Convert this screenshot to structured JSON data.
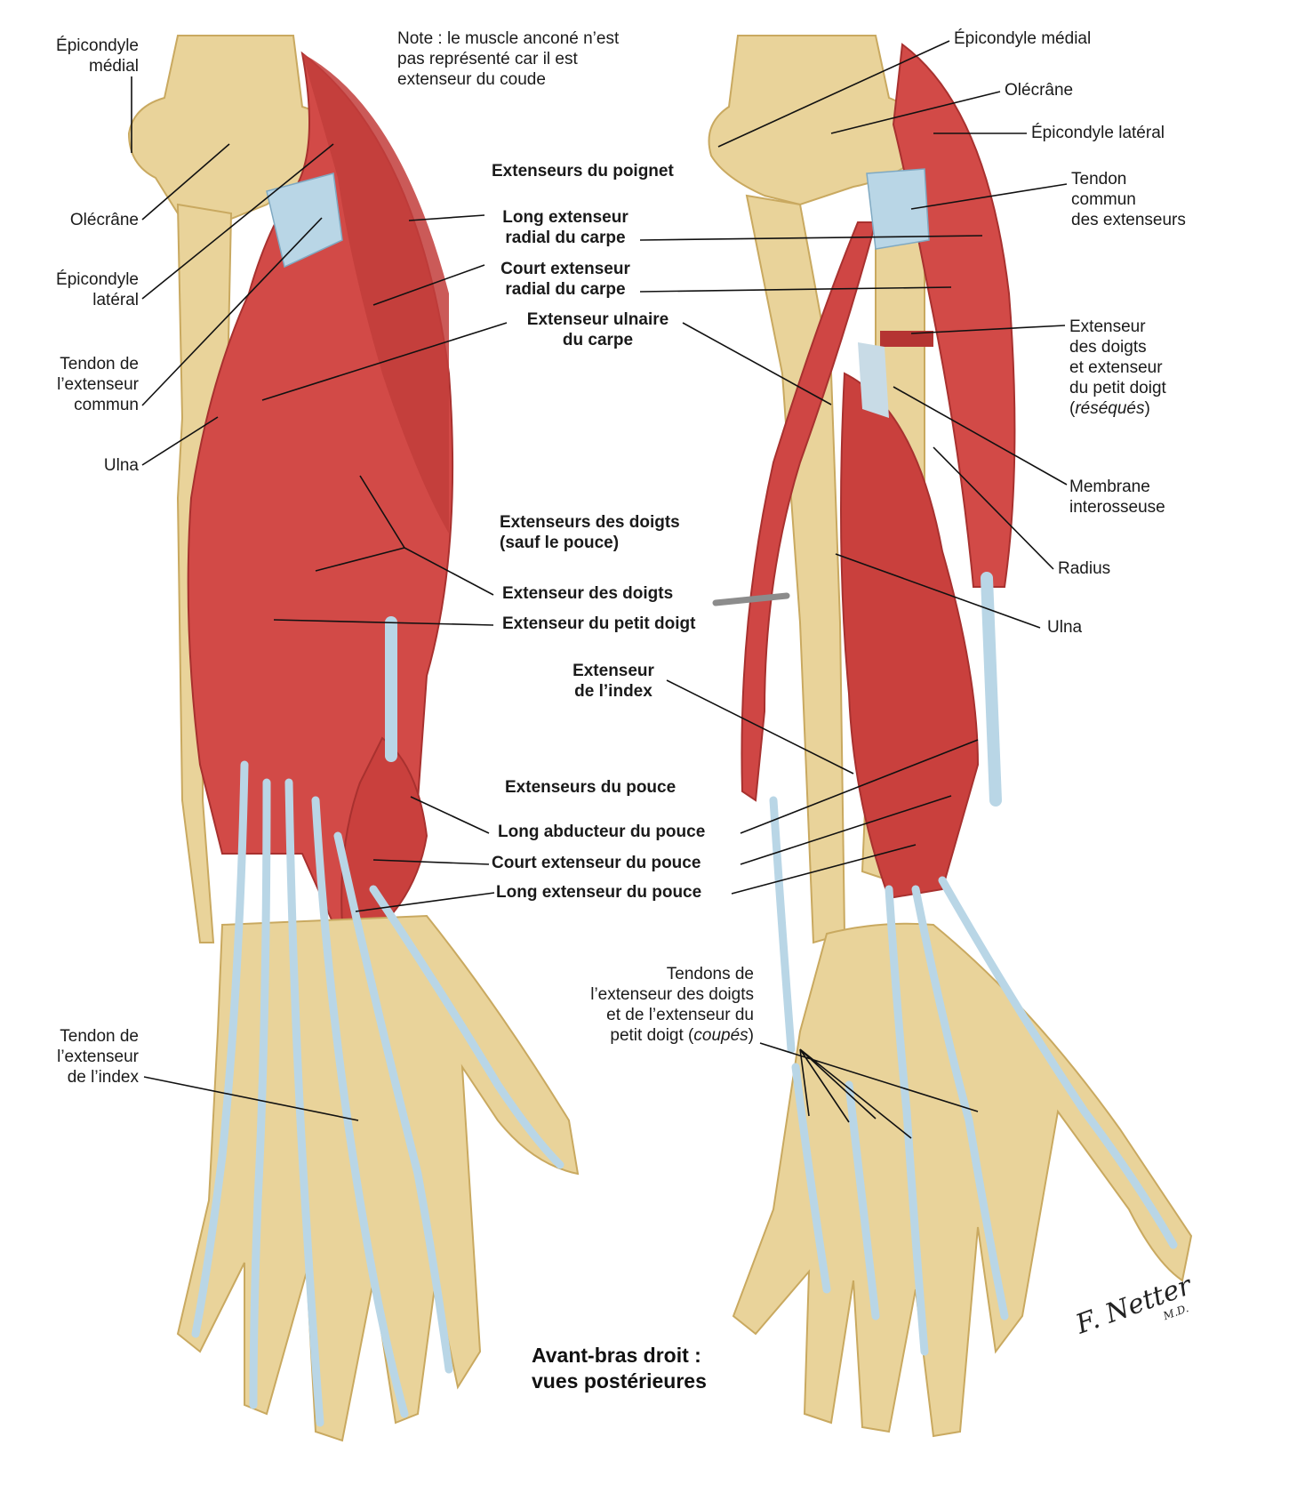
{
  "colors": {
    "bone": "#e9d39a",
    "bone_dark": "#c9a960",
    "muscle": "#d24a47",
    "muscle_dark": "#a8312f",
    "tendon": "#b9d6e6",
    "tendon_dark": "#7fa9c2",
    "line": "#111111"
  },
  "note": [
    "Note : le muscle anconé n’est",
    "pas représenté car il est",
    "extenseur du coude"
  ],
  "center": {
    "poignet_heading": "Extenseurs du poignet",
    "long_ext_radial": [
      "Long extenseur",
      "radial du carpe"
    ],
    "court_ext_radial": [
      "Court extenseur",
      "radial du carpe"
    ],
    "ext_ulnaire": [
      "Extenseur ulnaire",
      "du carpe"
    ],
    "doigts_heading": [
      "Extenseurs des doigts",
      "(sauf le pouce)"
    ],
    "ext_doigts": "Extenseur des doigts",
    "ext_petit_doigt": "Extenseur du petit doigt",
    "ext_index": [
      "Extenseur",
      "de l’index"
    ],
    "pouce_heading": "Extenseurs du pouce",
    "long_abducteur": "Long abducteur du pouce",
    "court_ext_pouce": "Court extenseur du pouce",
    "long_ext_pouce": "Long extenseur du pouce"
  },
  "left": {
    "epicondyle_medial": [
      "Épicondyle",
      "médial"
    ],
    "olecrane": "Olécrâne",
    "epicondyle_lateral": [
      "Épicondyle",
      "latéral"
    ],
    "tendon_commun": [
      "Tendon de",
      "l’extenseur",
      "commun"
    ],
    "ulna": "Ulna",
    "tendon_index": [
      "Tendon de",
      "l’extenseur",
      "de l’index"
    ]
  },
  "right": {
    "epicondyle_medial": "Épicondyle médial",
    "olecrane": "Olécrâne",
    "epicondyle_lateral": "Épicondyle latéral",
    "tendon_commun": [
      "Tendon",
      "commun",
      "des extenseurs"
    ],
    "resected": [
      "Extenseur",
      "des doigts",
      "et extenseur",
      "du petit doigt"
    ],
    "resected_italic": "réséqués",
    "membrane": [
      "Membrane",
      "interosseuse"
    ],
    "radius": "Radius",
    "ulna": "Ulna",
    "tendons_cut": [
      "Tendons de",
      "l’extenseur des doigts",
      "et de l’extenseur du"
    ],
    "tendons_cut_last": "petit doigt",
    "tendons_cut_italic": "coupés"
  },
  "title": [
    "Avant-bras droit :",
    "vues postérieures"
  ],
  "signature": "F. Netter M.D."
}
